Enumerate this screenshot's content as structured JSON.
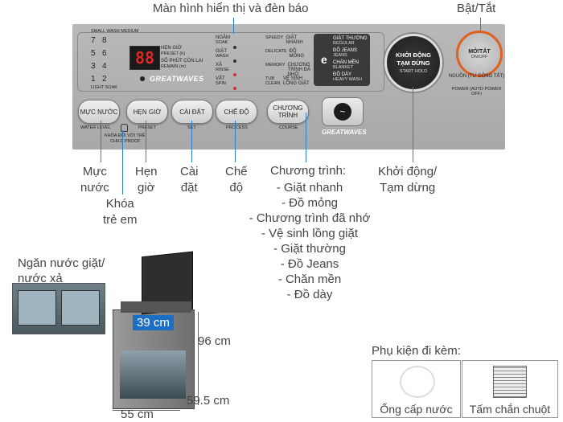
{
  "callouts": {
    "display": "Màn hình hiển thị và đèn báo",
    "power": "Bật/Tắt",
    "water_level": "Mực\nnước",
    "child_lock": "Khóa\ntrẻ em",
    "preset": "Hẹn\ngiờ",
    "set": "Cài\nđặt",
    "process": "Chế\nđộ",
    "program_title": "Chương trình:",
    "programs": [
      "- Giặt nhanh",
      "- Đồ mỏng",
      "- Chương trình đã nhớ",
      "- Vệ sinh lồng giặt",
      "- Giặt thường",
      "- Đồ Jeans",
      "- Chăn mền",
      "- Đồ dày"
    ],
    "start": "Khởi động/\nTạm dừng",
    "drawer": "Ngăn nước giặt/\nnước xả",
    "accessories": "Phụ kiện đi kèm:",
    "hose": "Ống cấp nước",
    "mouse_guard": "Tấm chắn chuột"
  },
  "dimensions": {
    "width": "39 cm",
    "height": "96 cm",
    "depth": "59.5 cm",
    "base": "55 cm"
  },
  "panel": {
    "display_value": "88",
    "water_levels": [
      "7",
      "8",
      "5",
      "6",
      "3",
      "4",
      "1",
      "2"
    ],
    "water_header": "SMALL WASH MEDIUM",
    "light_soak": "LIGHT SOAK",
    "preset_label": "HẸN GIỜ",
    "preset_sub": "PRESET (h)",
    "remain_label": "SỐ PHÚT CÒN LẠI",
    "remain_sub": "REMAIN (m)",
    "greatwaves": "GREATWAVES",
    "process_items": [
      {
        "vi": "NGÂM",
        "en": "SOAK"
      },
      {
        "vi": "GIẶT",
        "en": "WASH"
      },
      {
        "vi": "XẢ",
        "en": "RINSE"
      },
      {
        "vi": "VẮT",
        "en": "SPIN"
      }
    ],
    "course_left": [
      {
        "en": "SPEEDY",
        "vi": "GIẶT NHANH"
      },
      {
        "en": "DELICATE",
        "vi": "ĐỒ MỎNG"
      },
      {
        "en": "MEMORY",
        "vi": "CHƯƠNG TRÌNH ĐÃ NHỚ"
      },
      {
        "en": "TUB CLEAN",
        "vi": "VỆ SINH LỒNG GIẶT"
      }
    ],
    "course_right": [
      {
        "vi": "GIẶT THƯỜNG",
        "en": "REGULAR"
      },
      {
        "vi": "ĐỒ JEANS",
        "en": "JEANS"
      },
      {
        "vi": "CHĂN MỀN",
        "en": "BLANKET"
      },
      {
        "vi": "ĐỒ DÀY",
        "en": "HEAVY WASH"
      }
    ],
    "buttons": {
      "water": {
        "label": "MỰC NƯỚC",
        "sub": "WATER LEVEL"
      },
      "preset": {
        "label": "HẸN GIỜ",
        "sub": "PRESET"
      },
      "set": {
        "label": "CÀI ĐẶT",
        "sub": "SET"
      },
      "process": {
        "label": "CHẾ ĐỘ",
        "sub": "PROCESS"
      },
      "course": {
        "label": "CHƯƠNG TRÌNH",
        "sub": "COURSE"
      }
    },
    "child_lock_vi": "KHÓA ĐỐI VỚI TRẺ",
    "child_lock_en": "CHILD PROOF",
    "start_btn": {
      "vi": "KHỞI ĐỘNG TẠM DỪNG",
      "en": "START HOLD"
    },
    "power_btn": {
      "vi": "MỞ/TẮT",
      "en": "ON/OFF"
    },
    "power_sub_vi": "NGUỒN (TỰ ĐỘNG TẮT)",
    "power_sub_en": "POWER (AUTO POWER OFF)"
  },
  "colors": {
    "callout_line": "#2f7fd0",
    "display_digits": "#e12828",
    "dimension_bg": "#1d6fc4"
  }
}
